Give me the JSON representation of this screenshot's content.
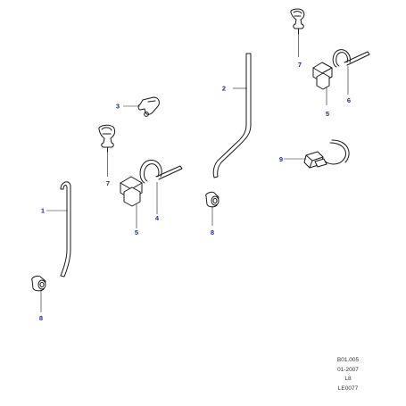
{
  "callouts": {
    "c1": "1",
    "c2": "2",
    "c3": "3",
    "c4": "4",
    "c5a": "5",
    "c5b": "5",
    "c6": "6",
    "c7a": "7",
    "c7b": "7",
    "c8a": "8",
    "c8b": "8",
    "c9": "9"
  },
  "reference": {
    "code": "B01.005",
    "date": "01-2007",
    "model": "L8",
    "illustration_id": "LE0077"
  },
  "colors": {
    "callout": "#1f2f8f",
    "line": "#1a1a1a"
  }
}
